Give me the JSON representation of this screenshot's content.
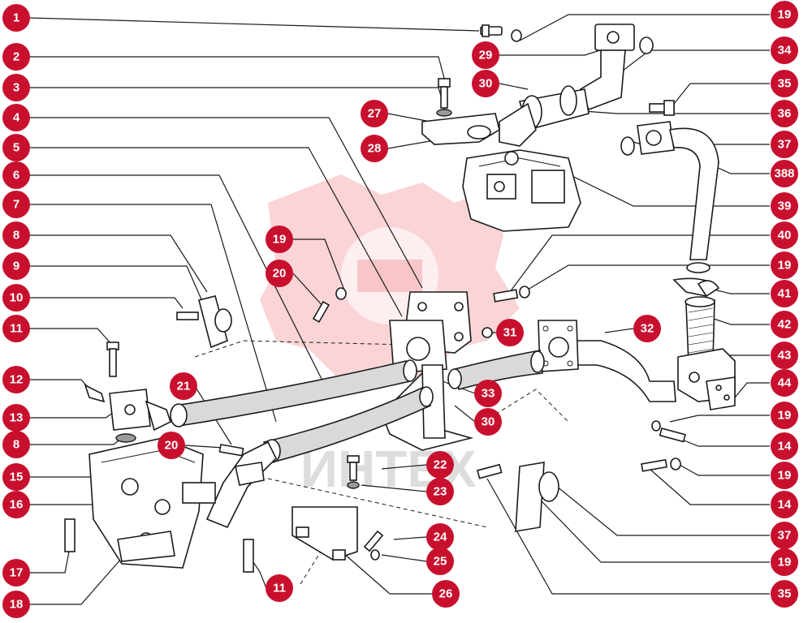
{
  "watermark_text": "ИНТЕХ",
  "callouts": [
    {
      "id": "c-l-1",
      "label": "1"
    },
    {
      "id": "c-l-2",
      "label": "2"
    },
    {
      "id": "c-l-3",
      "label": "3"
    },
    {
      "id": "c-l-4",
      "label": "4"
    },
    {
      "id": "c-l-5",
      "label": "5"
    },
    {
      "id": "c-l-6",
      "label": "6"
    },
    {
      "id": "c-l-7",
      "label": "7"
    },
    {
      "id": "c-l-8a",
      "label": "8"
    },
    {
      "id": "c-l-9",
      "label": "9"
    },
    {
      "id": "c-l-10",
      "label": "10"
    },
    {
      "id": "c-l-11a",
      "label": "11"
    },
    {
      "id": "c-l-12",
      "label": "12"
    },
    {
      "id": "c-l-13",
      "label": "13"
    },
    {
      "id": "c-l-8b",
      "label": "8"
    },
    {
      "id": "c-l-15",
      "label": "15"
    },
    {
      "id": "c-l-16",
      "label": "16"
    },
    {
      "id": "c-l-17",
      "label": "17"
    },
    {
      "id": "c-l-18",
      "label": "18"
    },
    {
      "id": "c-r-19a",
      "label": "19"
    },
    {
      "id": "c-r-34",
      "label": "34"
    },
    {
      "id": "c-r-35a",
      "label": "35"
    },
    {
      "id": "c-r-36",
      "label": "36"
    },
    {
      "id": "c-r-37a",
      "label": "37"
    },
    {
      "id": "c-r-388",
      "label": "388"
    },
    {
      "id": "c-r-39",
      "label": "39"
    },
    {
      "id": "c-r-40",
      "label": "40"
    },
    {
      "id": "c-r-19b",
      "label": "19"
    },
    {
      "id": "c-r-41",
      "label": "41"
    },
    {
      "id": "c-r-42",
      "label": "42"
    },
    {
      "id": "c-r-43",
      "label": "43"
    },
    {
      "id": "c-r-44",
      "label": "44"
    },
    {
      "id": "c-r-19c",
      "label": "19"
    },
    {
      "id": "c-r-14a",
      "label": "14"
    },
    {
      "id": "c-r-19d",
      "label": "19"
    },
    {
      "id": "c-r-14b",
      "label": "14"
    },
    {
      "id": "c-r-37b",
      "label": "37"
    },
    {
      "id": "c-r-19e",
      "label": "19"
    },
    {
      "id": "c-r-35b",
      "label": "35"
    },
    {
      "id": "c-m-29",
      "label": "29"
    },
    {
      "id": "c-m-30a",
      "label": "30"
    },
    {
      "id": "c-m-27",
      "label": "27"
    },
    {
      "id": "c-m-28",
      "label": "28"
    },
    {
      "id": "c-m-19",
      "label": "19"
    },
    {
      "id": "c-m-20a",
      "label": "20"
    },
    {
      "id": "c-m-31",
      "label": "31"
    },
    {
      "id": "c-m-32",
      "label": "32"
    },
    {
      "id": "c-m-33",
      "label": "33"
    },
    {
      "id": "c-m-30b",
      "label": "30"
    },
    {
      "id": "c-m-21",
      "label": "21"
    },
    {
      "id": "c-m-20b",
      "label": "20"
    },
    {
      "id": "c-m-22",
      "label": "22"
    },
    {
      "id": "c-m-23",
      "label": "23"
    },
    {
      "id": "c-m-24",
      "label": "24"
    },
    {
      "id": "c-m-25",
      "label": "25"
    },
    {
      "id": "c-m-26",
      "label": "26"
    },
    {
      "id": "c-m-11b",
      "label": "11"
    }
  ]
}
